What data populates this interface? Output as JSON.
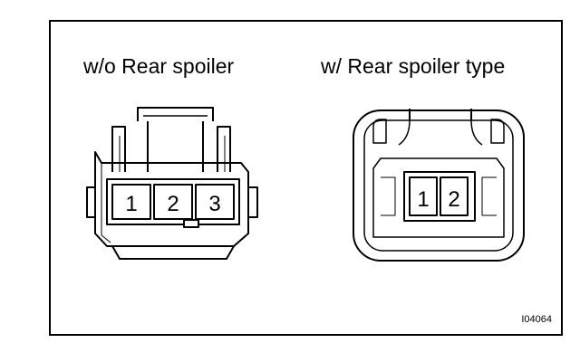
{
  "connectors": {
    "left": {
      "label": "w/o Rear spoiler",
      "pins": [
        "1",
        "2",
        "3"
      ]
    },
    "right": {
      "label": "w/ Rear spoiler type",
      "pins": [
        "1",
        "2"
      ]
    }
  },
  "figure_id": "I04064"
}
